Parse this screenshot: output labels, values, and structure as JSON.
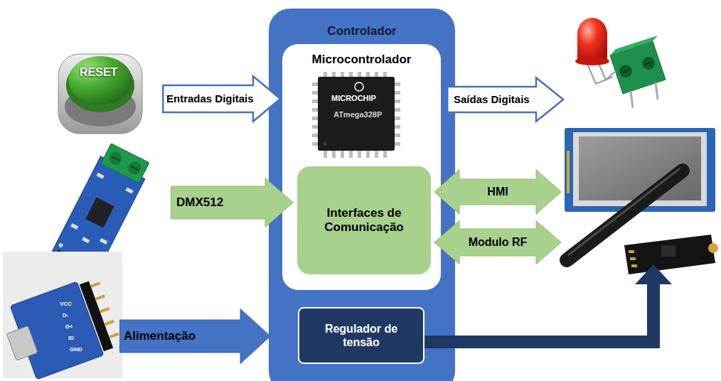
{
  "diagram": {
    "nodes": [
      {
        "text": [
          "Entradas Digitais"
        ]
      },
      {
        "text": [
          "DMX512"
        ]
      },
      {
        "text": [
          "Alimentação"
        ]
      },
      {
        "text": [
          "Controlador"
        ]
      },
      {
        "text": [
          "Microcontrolador"
        ],
        "in": 3
      },
      {
        "text": [
          "Interfaces de Comunicação"
        ],
        "in": 4
      },
      {
        "text": [
          "Regulador de tensão"
        ],
        "in": 3
      },
      {
        "text": [
          "Saídas Digitais"
        ]
      },
      {
        "text": [
          "HMI"
        ]
      },
      {
        "text": [
          "Modulo RF"
        ]
      }
    ],
    "labels": [
      "RESET",
      "MICROCHIP",
      "ATmega328P",
      "VCC",
      "D-",
      "D+",
      "ID",
      "GND"
    ]
  }
}
